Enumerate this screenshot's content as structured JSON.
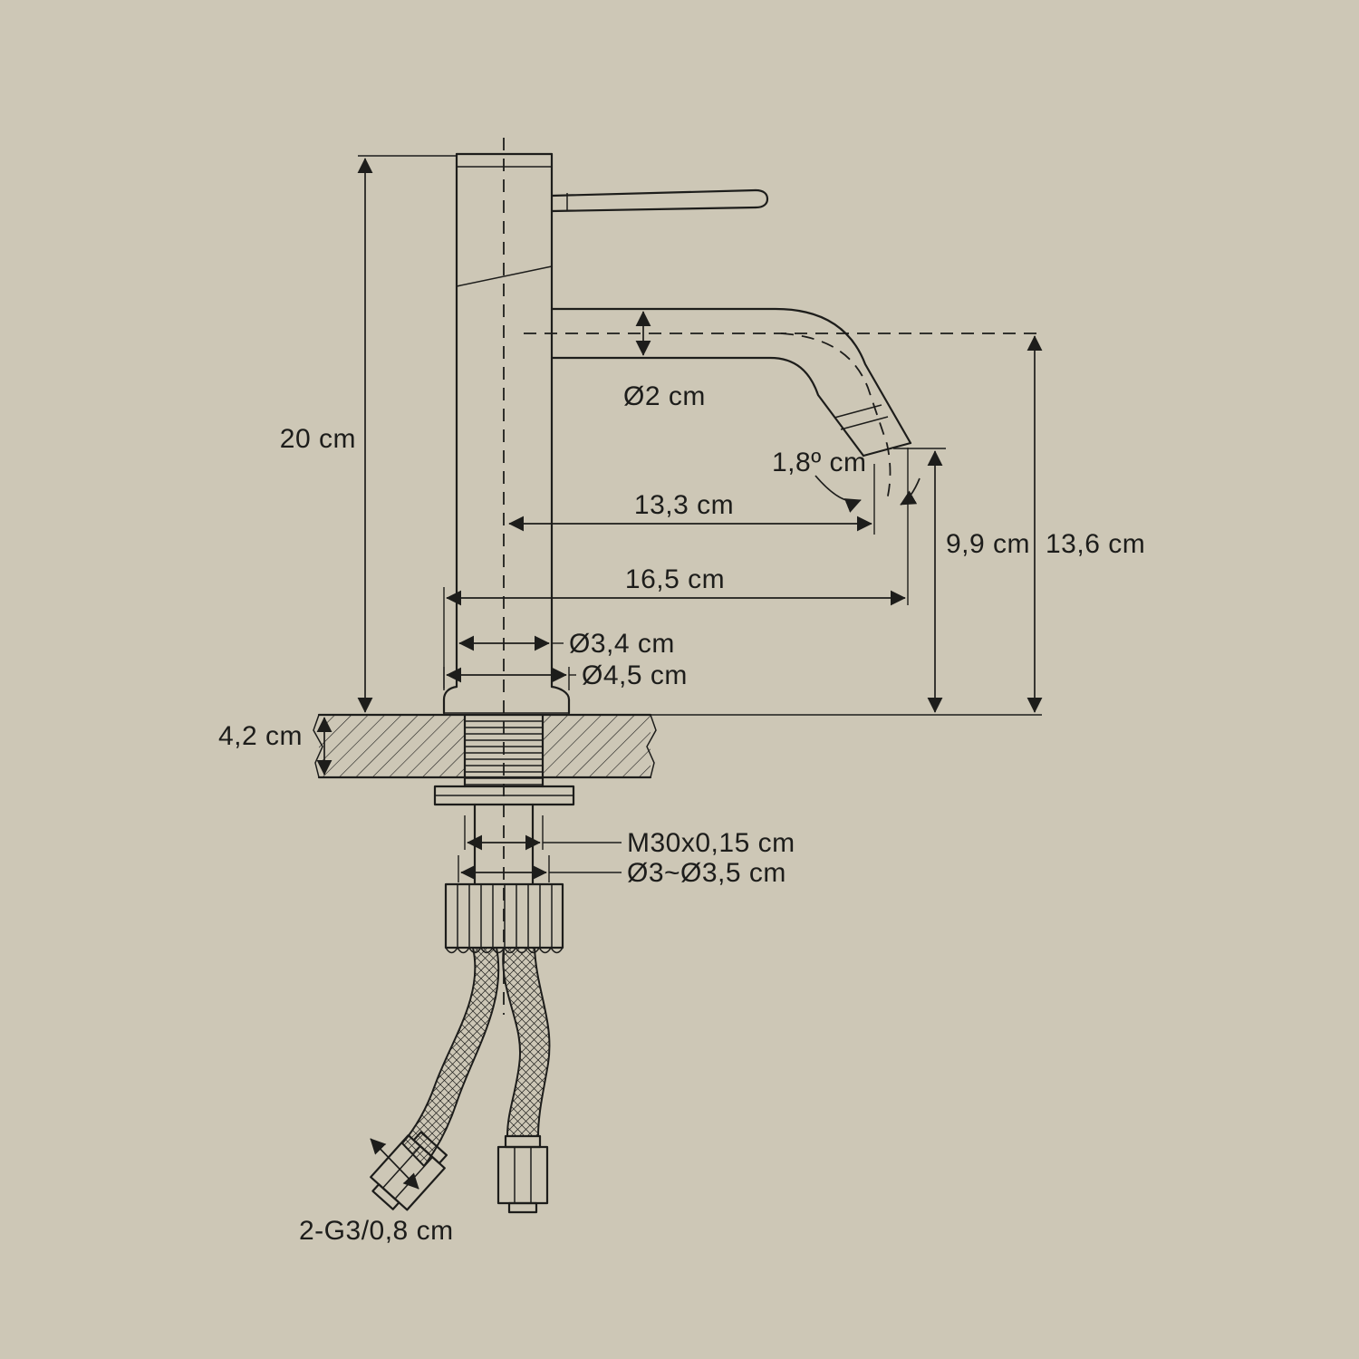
{
  "diagram": {
    "type": "technical-dimension-drawing",
    "subject": "single-lever basin faucet side view with installation hardware",
    "background_color": "#cdc7b6",
    "line_color": "#1d1d1b",
    "labels": {
      "total_height": "20 cm",
      "spout_tube_diameter": "Ø2 cm",
      "outlet_angle": "1,8º cm",
      "center_to_outlet": "13,3 cm",
      "outlet_to_deck": "9,9 cm",
      "spout_centerline_to_deck": "13,6 cm",
      "total_reach": "16,5 cm",
      "body_diameter": "Ø3,4 cm",
      "base_diameter": "Ø4,5 cm",
      "deck_thickness": "4,2 cm",
      "thread_spec": "M30x0,15 cm",
      "hole_diameter": "Ø3~Ø3,5 cm",
      "hose_thread": "2-G3/0,8 cm"
    }
  }
}
